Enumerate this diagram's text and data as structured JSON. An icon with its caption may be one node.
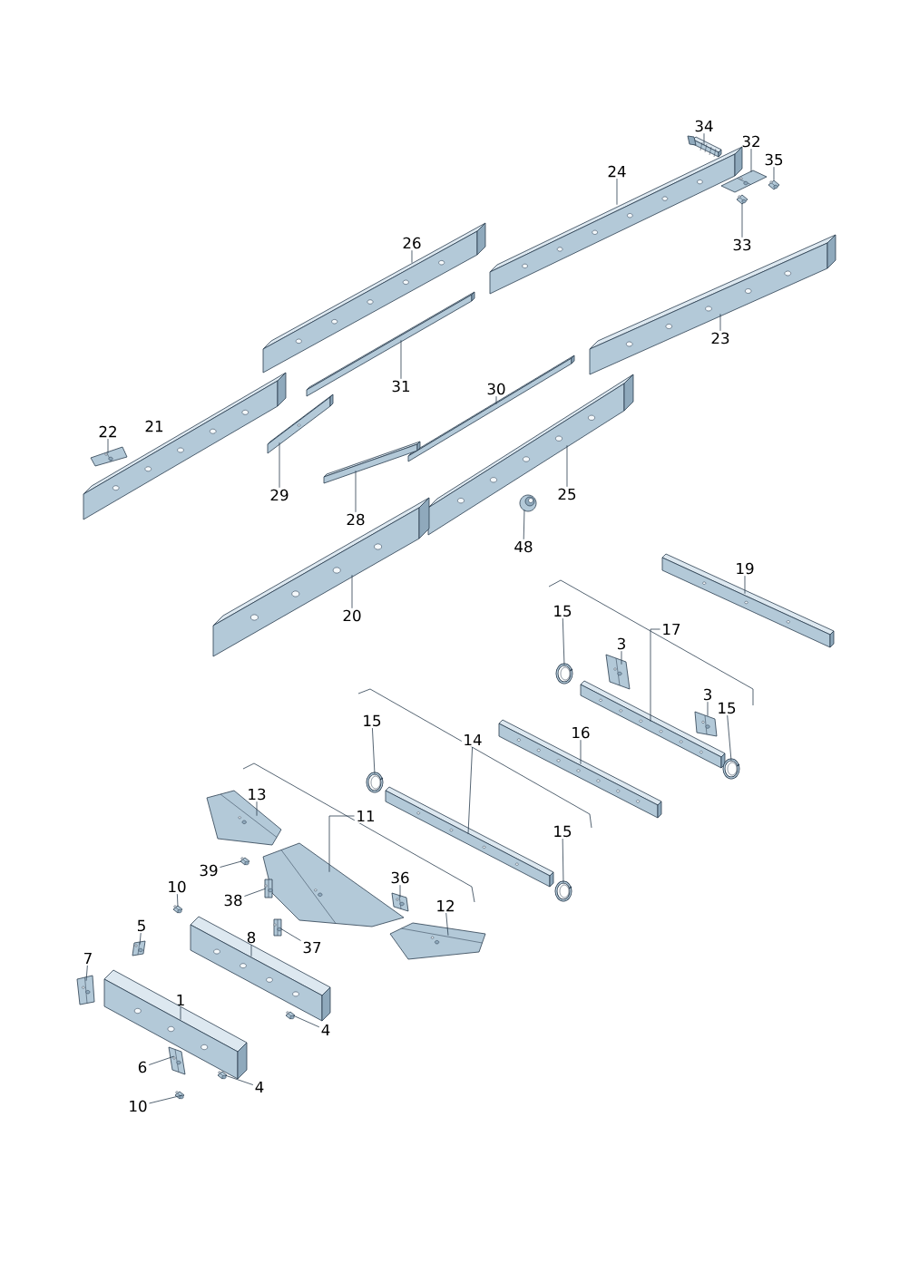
{
  "diagram": {
    "nodes": [
      {
        "text": [
          "34"
        ]
      },
      {
        "text": [
          "32"
        ]
      },
      {
        "text": [
          "35"
        ]
      },
      {
        "text": [
          "24"
        ]
      },
      {
        "text": [
          "33"
        ]
      },
      {
        "text": [
          "26"
        ]
      },
      {
        "text": [
          "23"
        ]
      },
      {
        "text": [
          "31"
        ]
      },
      {
        "text": [
          "30"
        ]
      },
      {
        "text": [
          "22"
        ]
      },
      {
        "text": [
          "29"
        ]
      },
      {
        "text": [
          "25"
        ]
      },
      {
        "text": [
          "28"
        ]
      },
      {
        "text": [
          "48"
        ]
      },
      {
        "text": [
          "19"
        ]
      },
      {
        "text": [
          "20"
        ]
      },
      {
        "text": [
          "15"
        ]
      },
      {
        "text": [
          "17"
        ]
      },
      {
        "text": [
          "3"
        ]
      },
      {
        "text": [
          "3"
        ]
      },
      {
        "text": [
          "15"
        ]
      },
      {
        "text": [
          "16"
        ]
      },
      {
        "text": [
          "15"
        ]
      },
      {
        "text": [
          "14"
        ]
      },
      {
        "text": [
          "15"
        ]
      },
      {
        "text": [
          "13"
        ]
      },
      {
        "text": [
          "11"
        ]
      },
      {
        "text": [
          "39"
        ]
      },
      {
        "text": [
          "10"
        ]
      },
      {
        "text": [
          "36"
        ]
      },
      {
        "text": [
          "38"
        ]
      },
      {
        "text": [
          "12"
        ]
      },
      {
        "text": [
          "5"
        ]
      },
      {
        "text": [
          "8"
        ]
      },
      {
        "text": [
          "37"
        ]
      },
      {
        "text": [
          "7"
        ]
      },
      {
        "text": [
          "1"
        ]
      },
      {
        "text": [
          "4"
        ]
      },
      {
        "text": [
          "6"
        ]
      },
      {
        "text": [
          "4"
        ]
      },
      {
        "text": [
          "10"
        ]
      },
      {
        "text": [],
        "shape": "picture"
      },
      {
        "text": [],
        "shape": "picture"
      },
      {
        "text": [],
        "shape": "picture"
      },
      {
        "text": [],
        "shape": "picture"
      },
      {
        "text": [],
        "shape": "picture"
      },
      {
        "text": [],
        "shape": "picture"
      },
      {
        "text": [],
        "shape": "picture"
      },
      {
        "text": [],
        "shape": "picture"
      },
      {
        "text": [],
        "shape": "picture"
      },
      {
        "text": [],
        "shape": "picture"
      },
      {
        "text": [],
        "shape": "picture"
      },
      {
        "text": [],
        "shape": "picture"
      },
      {
        "text": [],
        "shape": "picture"
      },
      {
        "text": [],
        "shape": "picture"
      },
      {
        "text": [],
        "shape": "picture"
      },
      {
        "text": [],
        "shape": "picture"
      },
      {
        "text": [],
        "shape": "picture"
      },
      {
        "text": [],
        "shape": "picture"
      },
      {
        "text": [],
        "shape": "picture"
      },
      {
        "text": [],
        "shape": "picture"
      },
      {
        "text": [],
        "shape": "picture"
      },
      {
        "text": [],
        "shape": "picture"
      },
      {
        "text": [],
        "shape": "picture"
      },
      {
        "text": [],
        "shape": "picture"
      },
      {
        "text": [],
        "shape": "picture"
      },
      {
        "text": [],
        "shape": "picture"
      },
      {
        "text": [],
        "shape": "picture"
      },
      {
        "text": [],
        "shape": "picture"
      },
      {
        "text": [],
        "shape": "picture"
      },
      {
        "text": [],
        "shape": "picture"
      },
      {
        "text": [],
        "shape": "picture"
      },
      {
        "text": [],
        "shape": "picture"
      },
      {
        "text": [],
        "shape": "picture"
      },
      {
        "text": [],
        "shape": "picture"
      },
      {
        "text": [],
        "shape": "picture"
      },
      {
        "text": [],
        "shape": "picture"
      },
      {
        "text": [],
        "shape": "picture"
      },
      {
        "text": [],
        "shape": "picture"
      },
      {
        "text": [],
        "shape": "picture"
      },
      {
        "text": [],
        "shape": "picture"
      },
      {
        "text": [],
        "shape": "picture"
      }
    ],
    "edges": [
      {
        "from": 0,
        "to": 41,
        "arrow": "none"
      },
      {
        "from": 1,
        "to": 42,
        "arrow": "none"
      },
      {
        "from": 2,
        "to": 43,
        "arrow": "none"
      },
      {
        "from": 3,
        "to": 44,
        "arrow": "none"
      },
      {
        "from": 4,
        "to": 45,
        "arrow": "none"
      },
      {
        "from": 5,
        "to": 46,
        "arrow": "none"
      },
      {
        "from": 6,
        "to": 47,
        "arrow": "none"
      },
      {
        "from": 7,
        "to": 48,
        "arrow": "none"
      },
      {
        "from": 8,
        "to": 49,
        "arrow": "none"
      },
      {
        "from": 9,
        "to": 50,
        "arrow": "none"
      },
      {
        "from": 10,
        "to": 51,
        "arrow": "none"
      },
      {
        "from": 11,
        "to": 52,
        "arrow": "none"
      },
      {
        "from": 12,
        "to": 53,
        "arrow": "none"
      },
      {
        "from": 13,
        "to": 54,
        "arrow": "none"
      },
      {
        "from": 14,
        "to": 55,
        "arrow": "none"
      },
      {
        "from": 15,
        "to": 56,
        "arrow": "none"
      },
      {
        "from": 16,
        "to": 57,
        "arrow": "none"
      },
      {
        "from": 17,
        "to": 58,
        "arrow": "none"
      },
      {
        "from": 18,
        "to": 59,
        "arrow": "none"
      },
      {
        "from": 19,
        "to": 60,
        "arrow": "none"
      },
      {
        "from": 20,
        "to": 61,
        "arrow": "none"
      },
      {
        "from": 21,
        "to": 62,
        "arrow": "none"
      },
      {
        "from": 22,
        "to": 63,
        "arrow": "none"
      },
      {
        "from": 23,
        "to": 64,
        "arrow": "none"
      },
      {
        "from": 24,
        "to": 65,
        "arrow": "none"
      },
      {
        "from": 25,
        "to": 66,
        "arrow": "none"
      },
      {
        "from": 26,
        "to": 67,
        "arrow": "none"
      },
      {
        "from": 27,
        "to": 68,
        "arrow": "none"
      },
      {
        "from": 28,
        "to": 69,
        "arrow": "none"
      },
      {
        "from": 29,
        "to": 70,
        "arrow": "none"
      },
      {
        "from": 30,
        "to": 71,
        "arrow": "none"
      },
      {
        "from": 31,
        "to": 72,
        "arrow": "none"
      },
      {
        "from": 32,
        "to": 73,
        "arrow": "none"
      },
      {
        "from": 33,
        "to": 74,
        "arrow": "none"
      },
      {
        "from": 34,
        "to": 75,
        "arrow": "none"
      },
      {
        "from": 35,
        "to": 76,
        "arrow": "none"
      },
      {
        "from": 36,
        "to": 77,
        "arrow": "none"
      },
      {
        "from": 37,
        "to": 78,
        "arrow": "none"
      },
      {
        "from": 38,
        "to": 79,
        "arrow": "none"
      },
      {
        "from": 39,
        "to": 80,
        "arrow": "none"
      },
      {
        "from": 40,
        "to": 81,
        "arrow": "none"
      }
    ],
    "labels": [
      "21"
    ]
  }
}
